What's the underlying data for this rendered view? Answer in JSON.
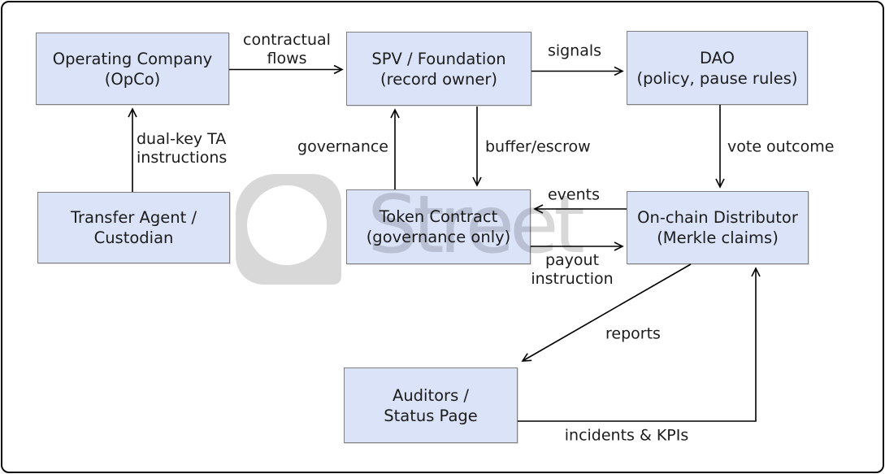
{
  "watermark": {
    "text": "Street",
    "logo": "squircle-ring-icon"
  },
  "colors": {
    "node_fill": "#dbe3f9",
    "node_border": "#7f7f7f",
    "arrow_color": "#000000",
    "text_color": "#1c1c1c",
    "watermark_color": "#d8d8d8"
  },
  "nodes": {
    "opco": {
      "line1": "Operating Company",
      "line2": "(OpCo)"
    },
    "spv": {
      "line1": "SPV / Foundation",
      "line2": "(record owner)"
    },
    "dao": {
      "line1": "DAO",
      "line2": "(policy, pause rules)"
    },
    "transfer_agent": {
      "line1": "Transfer Agent /",
      "line2": "Custodian"
    },
    "token_contract": {
      "line1": "Token Contract",
      "line2": "(governance only)"
    },
    "distributor": {
      "line1": "On-chain Distributor",
      "line2": "(Merkle claims)"
    },
    "auditors": {
      "line1": "Auditors /",
      "line2": "Status Page"
    }
  },
  "edges": {
    "contractual": {
      "from": "opco",
      "to": "spv",
      "label_line1": "contractual",
      "label_line2": "flows"
    },
    "signals": {
      "from": "spv",
      "to": "dao",
      "label": "signals"
    },
    "dual_key": {
      "from": "transfer_agent",
      "to": "opco",
      "label_line1": "dual-key TA",
      "label_line2": "instructions"
    },
    "governance": {
      "from": "token_contract",
      "to": "spv",
      "label": "governance"
    },
    "buffer": {
      "from": "spv",
      "to": "token_contract",
      "label": "buffer/escrow"
    },
    "vote": {
      "from": "dao",
      "to": "distributor",
      "label": "vote outcome"
    },
    "events": {
      "from": "distributor",
      "to": "token_contract",
      "label": "events"
    },
    "payout": {
      "from": "token_contract",
      "to": "distributor",
      "label_line1": "payout",
      "label_line2": "instruction"
    },
    "reports": {
      "from": "distributor",
      "to": "auditors",
      "label": "reports"
    },
    "incidents": {
      "from": "auditors",
      "to": "distributor",
      "label": "incidents & KPIs"
    }
  }
}
